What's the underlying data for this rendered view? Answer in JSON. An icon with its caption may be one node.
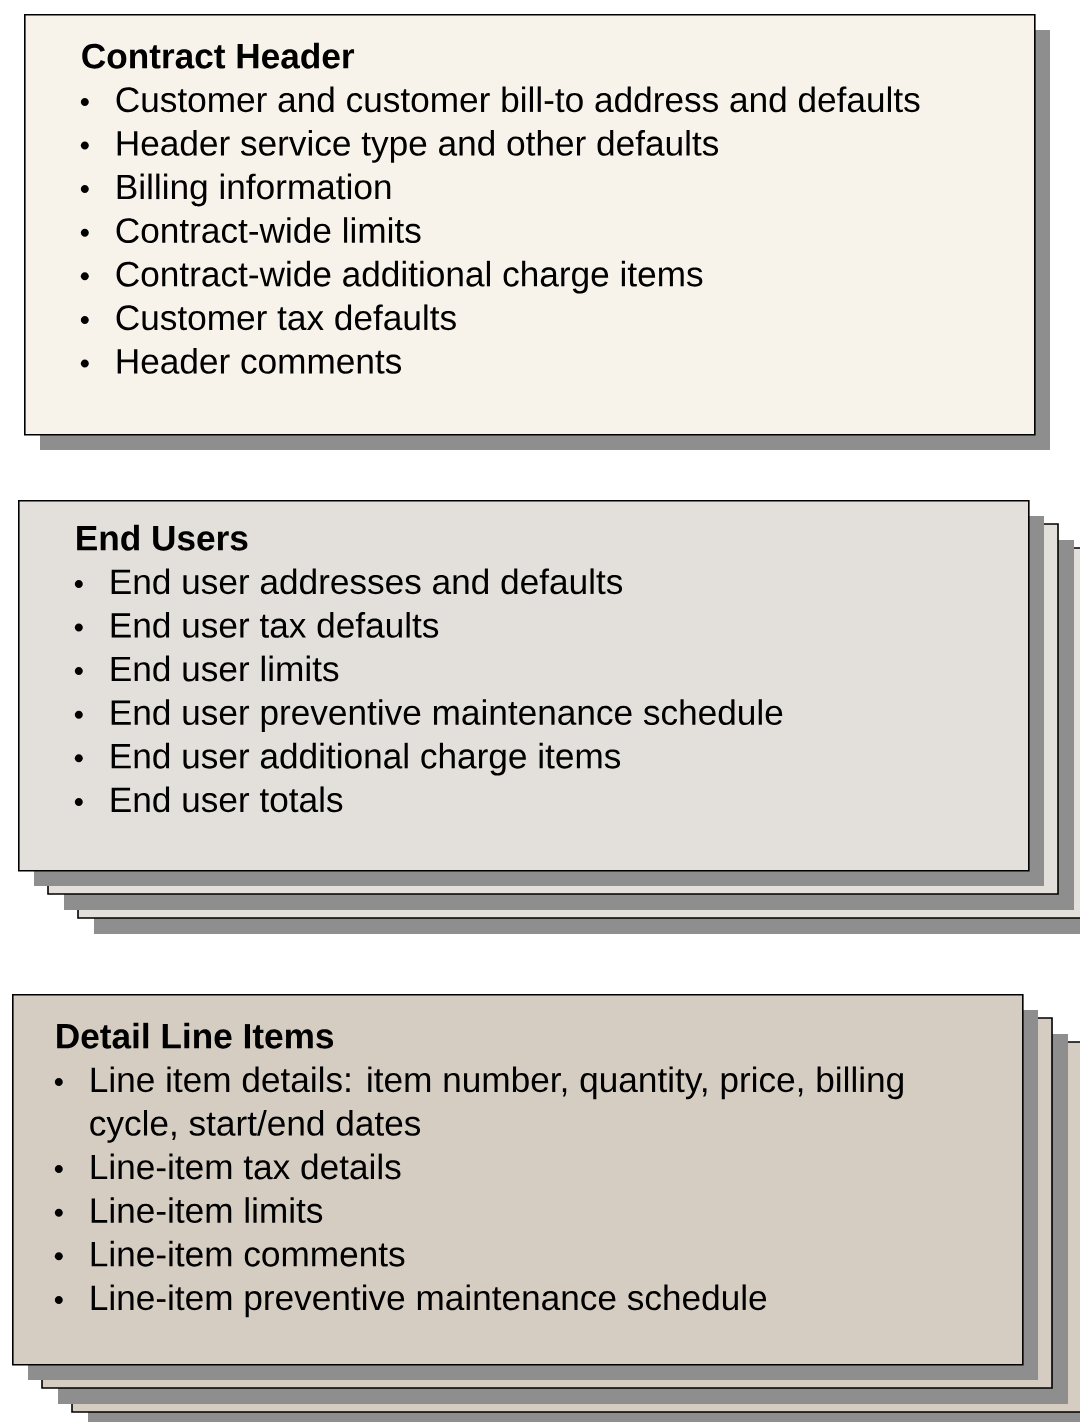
{
  "diagram": {
    "nodes": [
      {
        "text": [
          "Contract Header",
          "Customer and customer bill-to address and defaults",
          "Header service type and other defaults",
          "Billing information",
          "Contract-wide limits",
          "Contract-wide additional charge items",
          "Customer tax defaults",
          "Header comments"
        ]
      },
      {
        "text": [
          "End Users",
          "End user addresses and defaults",
          "End user tax defaults",
          "End user limits",
          "End user preventive maintenance schedule",
          "End user additional charge items",
          "End user totals"
        ]
      },
      {
        "text": [
          "Detail Line Items",
          "Line item details: item number, quantity, price, billing cycle, start/end dates",
          "Line-item tax details",
          "Line-item limits",
          "Line-item comments",
          "Line-item preventive maintenance schedule"
        ]
      }
    ]
  }
}
